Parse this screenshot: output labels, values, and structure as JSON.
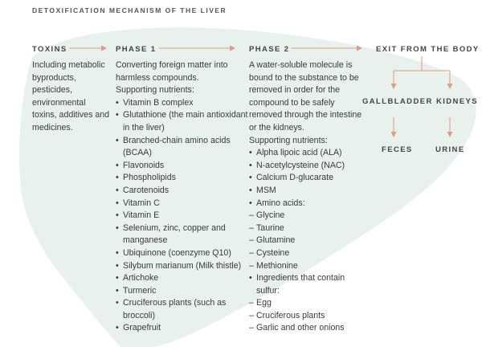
{
  "title": "DETOXIFICATION MECHANISM OF THE LIVER",
  "colors": {
    "accent": "#e39a87",
    "liver": "#e8f1ec"
  },
  "toxins": {
    "heading": "TOXINS",
    "text": "Including metabolic byproducts, pesticides, environmental toxins, additives and medicines."
  },
  "phase1": {
    "heading": "PHASE 1",
    "intro": "Converting foreign matter into harmless compounds.",
    "support": "Supporting nutrients:",
    "items": [
      {
        "text": "Vitamin B complex",
        "sub": false
      },
      {
        "text": "Glutathione (the main antioxidant in the liver)",
        "sub": false
      },
      {
        "text": "Branched-chain amino acids (BCAA)",
        "sub": false
      },
      {
        "text": "Flavonoids",
        "sub": false
      },
      {
        "text": "Phospholipids",
        "sub": false
      },
      {
        "text": "Carotenoids",
        "sub": false
      },
      {
        "text": "Vitamin C",
        "sub": false
      },
      {
        "text": "Vitamin E",
        "sub": false
      },
      {
        "text": "Selenium, zinc, copper and manganese",
        "sub": false
      },
      {
        "text": "Ubiquinone (coenzyme Q10)",
        "sub": false
      },
      {
        "text": "Silybum marianum (Milk thistle)",
        "sub": false
      },
      {
        "text": "Artichoke",
        "sub": false
      },
      {
        "text": "Turmeric",
        "sub": false
      },
      {
        "text": "Cruciferous plants (such as broccoli)",
        "sub": false
      },
      {
        "text": "Grapefruit",
        "sub": false
      }
    ]
  },
  "phase2": {
    "heading": "PHASE 2",
    "intro": "A water-soluble molecule is bound to the substance to be removed in order for the compound to be safely removed through the intestine or the kidneys.",
    "support": "Supporting nutrients:",
    "items": [
      {
        "text": "Alpha lipoic acid (ALA)",
        "sub": false
      },
      {
        "text": "N-acetylcysteine (NAC)",
        "sub": false
      },
      {
        "text": "Calcium D-glucarate",
        "sub": false
      },
      {
        "text": "MSM",
        "sub": false
      },
      {
        "text": "Amino acids:",
        "sub": false
      },
      {
        "text": "Glycine",
        "sub": true
      },
      {
        "text": "Taurine",
        "sub": true
      },
      {
        "text": "Glutamine",
        "sub": true
      },
      {
        "text": "Cysteine",
        "sub": true
      },
      {
        "text": "Methionine",
        "sub": true
      },
      {
        "text": "Ingredients that contain sulfur:",
        "sub": false
      },
      {
        "text": "Egg",
        "sub": true
      },
      {
        "text": "Cruciferous plants",
        "sub": true
      },
      {
        "text": "Garlic and other onions",
        "sub": true
      }
    ]
  },
  "exit": {
    "heading": "EXIT FROM THE BODY",
    "gallbladder": "GALLBLADDER",
    "kidneys": "KIDNEYS",
    "feces": "FECES",
    "urine": "URINE"
  }
}
